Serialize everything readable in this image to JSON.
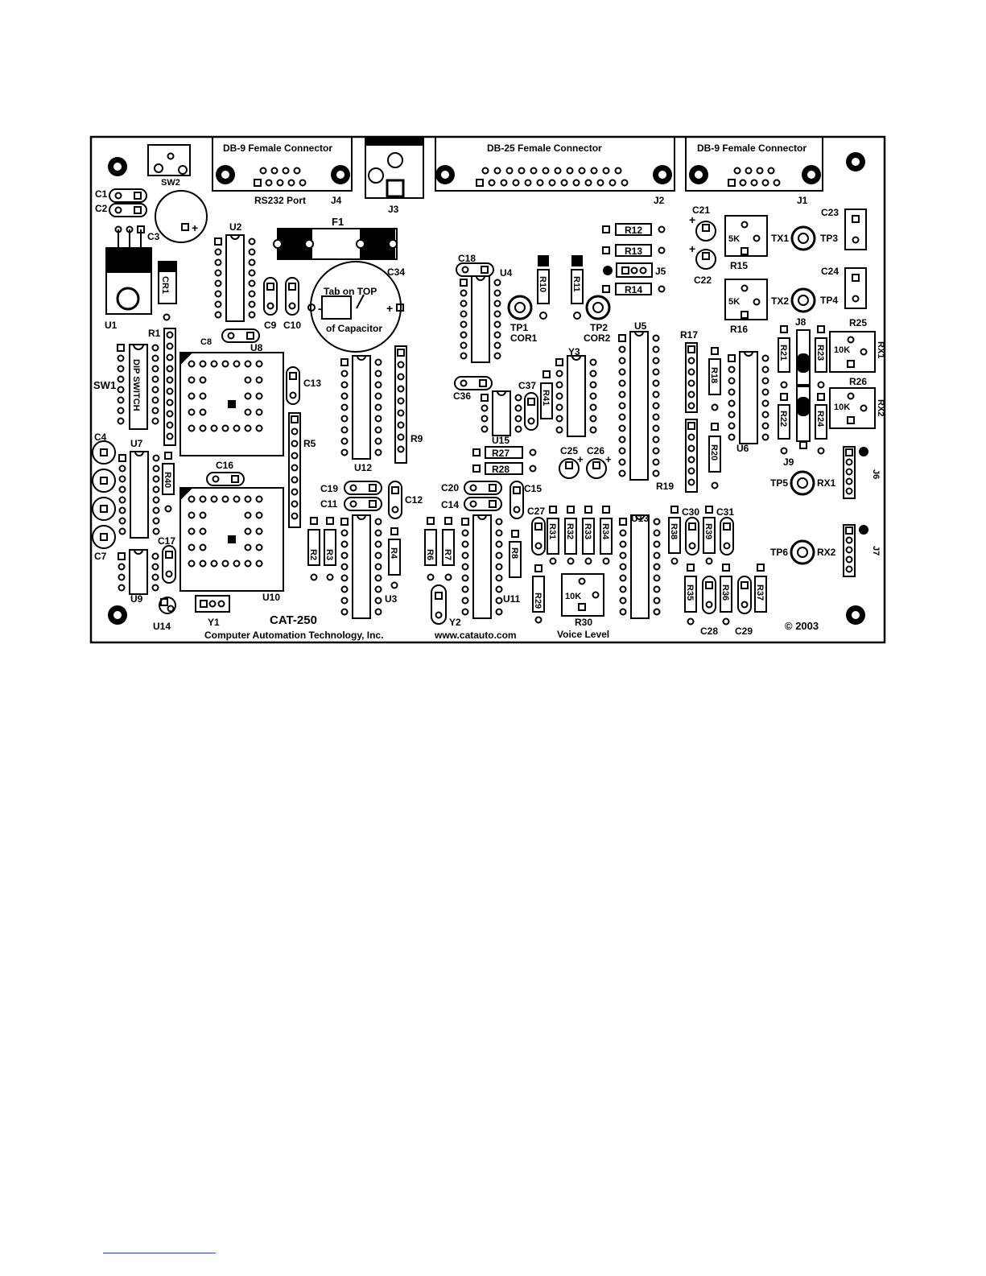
{
  "board": {
    "model": "CAT-250",
    "company": "Computer Automation Technology, Inc.",
    "website": "www.catauto.com",
    "copyright": "© 2003",
    "cap_note_line1": "Tab on TOP",
    "cap_note_line2": "of Capacitor",
    "dip_switch_text": "DIP SWITCH",
    "voice_level": "Voice Level"
  },
  "connectors": {
    "j4_header": "DB-9 Female Connector",
    "j4_sub": "RS232 Port",
    "j2_header": "DB-25 Female Connector",
    "j1_header": "DB-9 Female Connector"
  },
  "labels": {
    "sw2": "SW2",
    "j4": "J4",
    "j3": "J3",
    "j2": "J2",
    "j1": "J1",
    "c1": "C1",
    "c2": "C2",
    "c3": "C3",
    "u1": "U1",
    "cr1": "CR1",
    "u2": "U2",
    "f1": "F1",
    "c34": "C34",
    "c9": "C9",
    "c10": "C10",
    "c8": "C8",
    "u8": "U8",
    "r1": "R1",
    "sw1": "SW1",
    "c13": "C13",
    "r5": "R5",
    "u12": "U12",
    "r9": "R9",
    "c4": "C4",
    "c7": "C7",
    "u7": "U7",
    "r40": "R40",
    "c16": "C16",
    "c17": "C17",
    "u9": "U9",
    "u10": "U10",
    "u14": "U14",
    "y1": "Y1",
    "c19": "C19",
    "c11": "C11",
    "c12": "C12",
    "r2": "R2",
    "r3": "R3",
    "r4": "R4",
    "u3": "U3",
    "c18": "C18",
    "u4": "U4",
    "r10": "R10",
    "r11": "R11",
    "tp1": "TP1",
    "cor1": "COR1",
    "tp2": "TP2",
    "cor2": "COR2",
    "r12": "R12",
    "r13": "R13",
    "r14": "R14",
    "j5": "J5",
    "c36": "C36",
    "c37": "C37",
    "r41": "R41",
    "y3": "Y3",
    "u15": "U15",
    "r27": "R27",
    "r28": "R28",
    "c25": "C25",
    "c26": "C26",
    "u5": "U5",
    "r19": "R19",
    "c20": "C20",
    "c15": "C15",
    "c14": "C14",
    "c27": "C27",
    "r6": "R6",
    "r7": "R7",
    "r8": "R8",
    "u11": "U11",
    "y2": "Y2",
    "r29": "R29",
    "r31": "R31",
    "r32": "R32",
    "r33": "R33",
    "r34": "R34",
    "pot_10k": "10K",
    "r30": "R30",
    "u13": "U13",
    "c21": "C21",
    "c22": "C22",
    "r15": "R15",
    "r16": "R16",
    "pot_5k": "5K",
    "tx1": "TX1",
    "tx2": "TX2",
    "tp3": "TP3",
    "tp4": "TP4",
    "c23": "C23",
    "c24": "C24",
    "r17": "R17",
    "r18": "R18",
    "r20": "R20",
    "u6": "U6",
    "r21": "R21",
    "r22": "R22",
    "r23": "R23",
    "r24": "R24",
    "j8": "J8",
    "j9": "J9",
    "r25": "R25",
    "r26": "R26",
    "rx1": "RX1",
    "rx2": "RX2",
    "tp5": "TP5",
    "tp6": "TP6",
    "j6": "J6",
    "j7": "J7",
    "c30": "C30",
    "c31": "C31",
    "r38": "R38",
    "r39": "R39",
    "r35": "R35",
    "r36": "R36",
    "r37": "R37",
    "c28": "C28",
    "c29": "C29",
    "plus": "+",
    "minus": "-"
  }
}
